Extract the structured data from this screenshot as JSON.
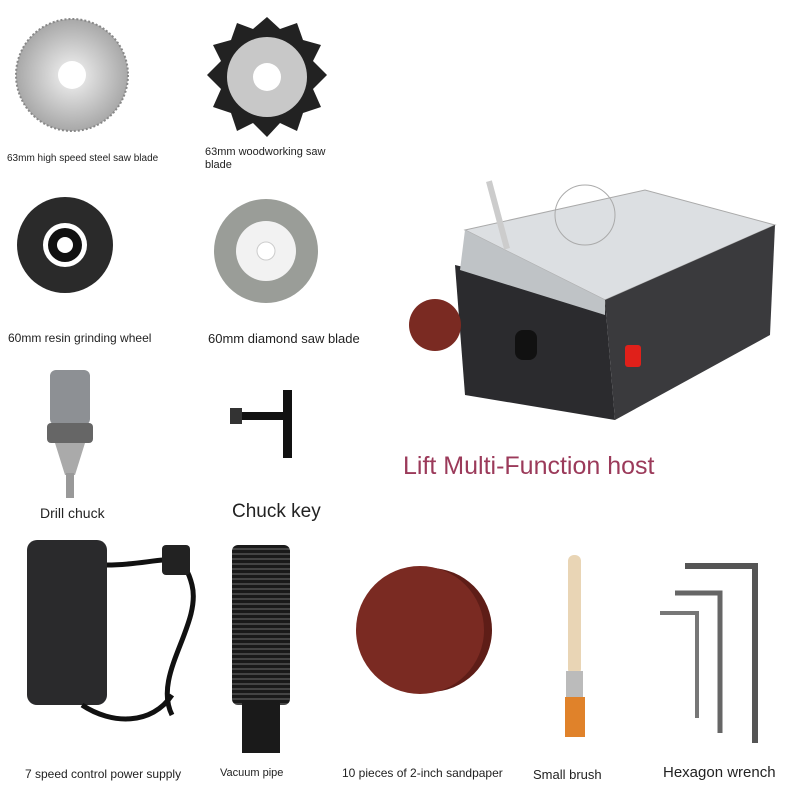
{
  "items": [
    {
      "label": "63mm high speed steel saw blade"
    },
    {
      "label": "63mm woodworking saw blade"
    },
    {
      "label": "60mm resin grinding wheel"
    },
    {
      "label": "60mm diamond saw blade"
    },
    {
      "label": "Drill chuck"
    },
    {
      "label": "Chuck key"
    },
    {
      "label": "7 speed control power supply"
    },
    {
      "label": "Vacuum pipe"
    },
    {
      "label": "10 pieces of 2-inch sandpaper"
    },
    {
      "label": "Small brush"
    },
    {
      "label": "Hexagon wrench"
    }
  ],
  "host": {
    "title": "Lift Multi-Function host"
  },
  "colors": {
    "title": "#9b3a5a",
    "sandpaper": "#7a2a22",
    "switch": "#e0201a"
  }
}
